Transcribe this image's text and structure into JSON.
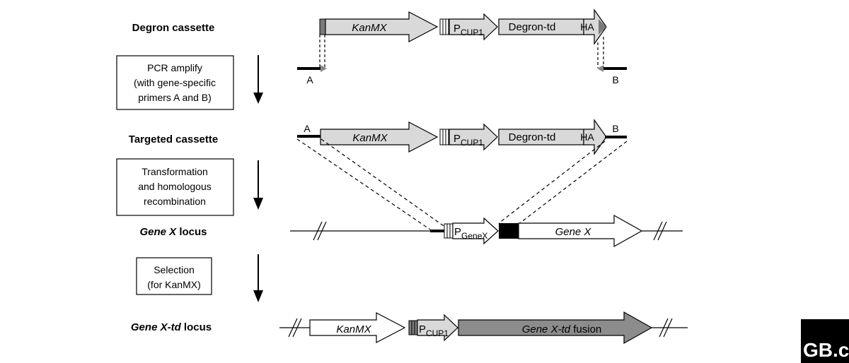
{
  "stage_labels": {
    "degron": "Degron cassette",
    "targeted": "Targeted cassette",
    "locus_gene": "Gene X",
    "locus_suffix": " locus",
    "td_locus_gene": "Gene X-td",
    "td_locus_suffix": " locus"
  },
  "steps": {
    "pcr": [
      "PCR amplify",
      "(with gene-specific",
      "primers A and B)"
    ],
    "transform": [
      "Transformation",
      "and homologous",
      "recombination"
    ],
    "selection": [
      "Selection",
      "(for KanMX)"
    ]
  },
  "elements": {
    "kanmx": "KanMX",
    "pcup_main": "P",
    "pcup_sub": "CUP1",
    "degron_td": "Degron-td",
    "ha": "HA",
    "pgene_main": "P",
    "pgene_sub": "GeneX",
    "gene_x": "Gene X",
    "fusion_italic": "Gene X-td",
    "fusion_rest": " fusion"
  },
  "primers": {
    "a": "A",
    "b": "B"
  },
  "logo": "GB.c",
  "colors": {
    "light_fill": "#d9d9d9",
    "dark_fill": "#8c8c8c",
    "black": "#000000",
    "white": "#ffffff"
  }
}
